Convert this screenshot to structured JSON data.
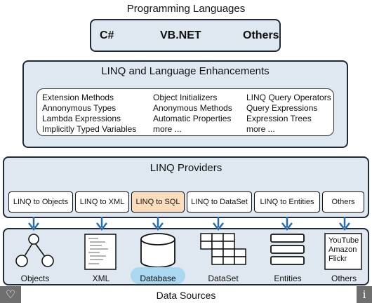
{
  "title": "Programming Languages",
  "languages": [
    "C#",
    "VB.NET",
    "Others"
  ],
  "enhancements": {
    "title": "LINQ and Language Enhancements",
    "col1": [
      "Extension Methods",
      "Annonymous Types",
      "Lambda Expressions",
      "Implicitly Typed Variables"
    ],
    "col2": [
      "Object Initializers",
      "Anonymous Methods",
      "Automatic Properties",
      "more ..."
    ],
    "col3": [
      "LINQ Query Operators",
      "Query Expressions",
      "Expression Trees",
      "more ..."
    ]
  },
  "providers": {
    "title": "LINQ Providers",
    "items": [
      "LINQ to Objects",
      "LINQ to XML",
      "LINQ to SQL",
      "LINQ to DataSet",
      "LINQ to Entities",
      "Others"
    ]
  },
  "data_sources": {
    "title": "Data Sources",
    "items": [
      "Objects",
      "XML",
      "Database",
      "DataSet",
      "Entities",
      "Others"
    ],
    "others_list": [
      "YouTube",
      "Amazon",
      "Flickr"
    ]
  },
  "colors": {
    "box_fill": "#dfe8f1",
    "arrow": "#2e6da4",
    "highlight_provider": "#fbdcbd",
    "highlight_database": "#a9d8f0"
  },
  "icons": {
    "favorite": "heart-icon",
    "info": "info-icon"
  }
}
